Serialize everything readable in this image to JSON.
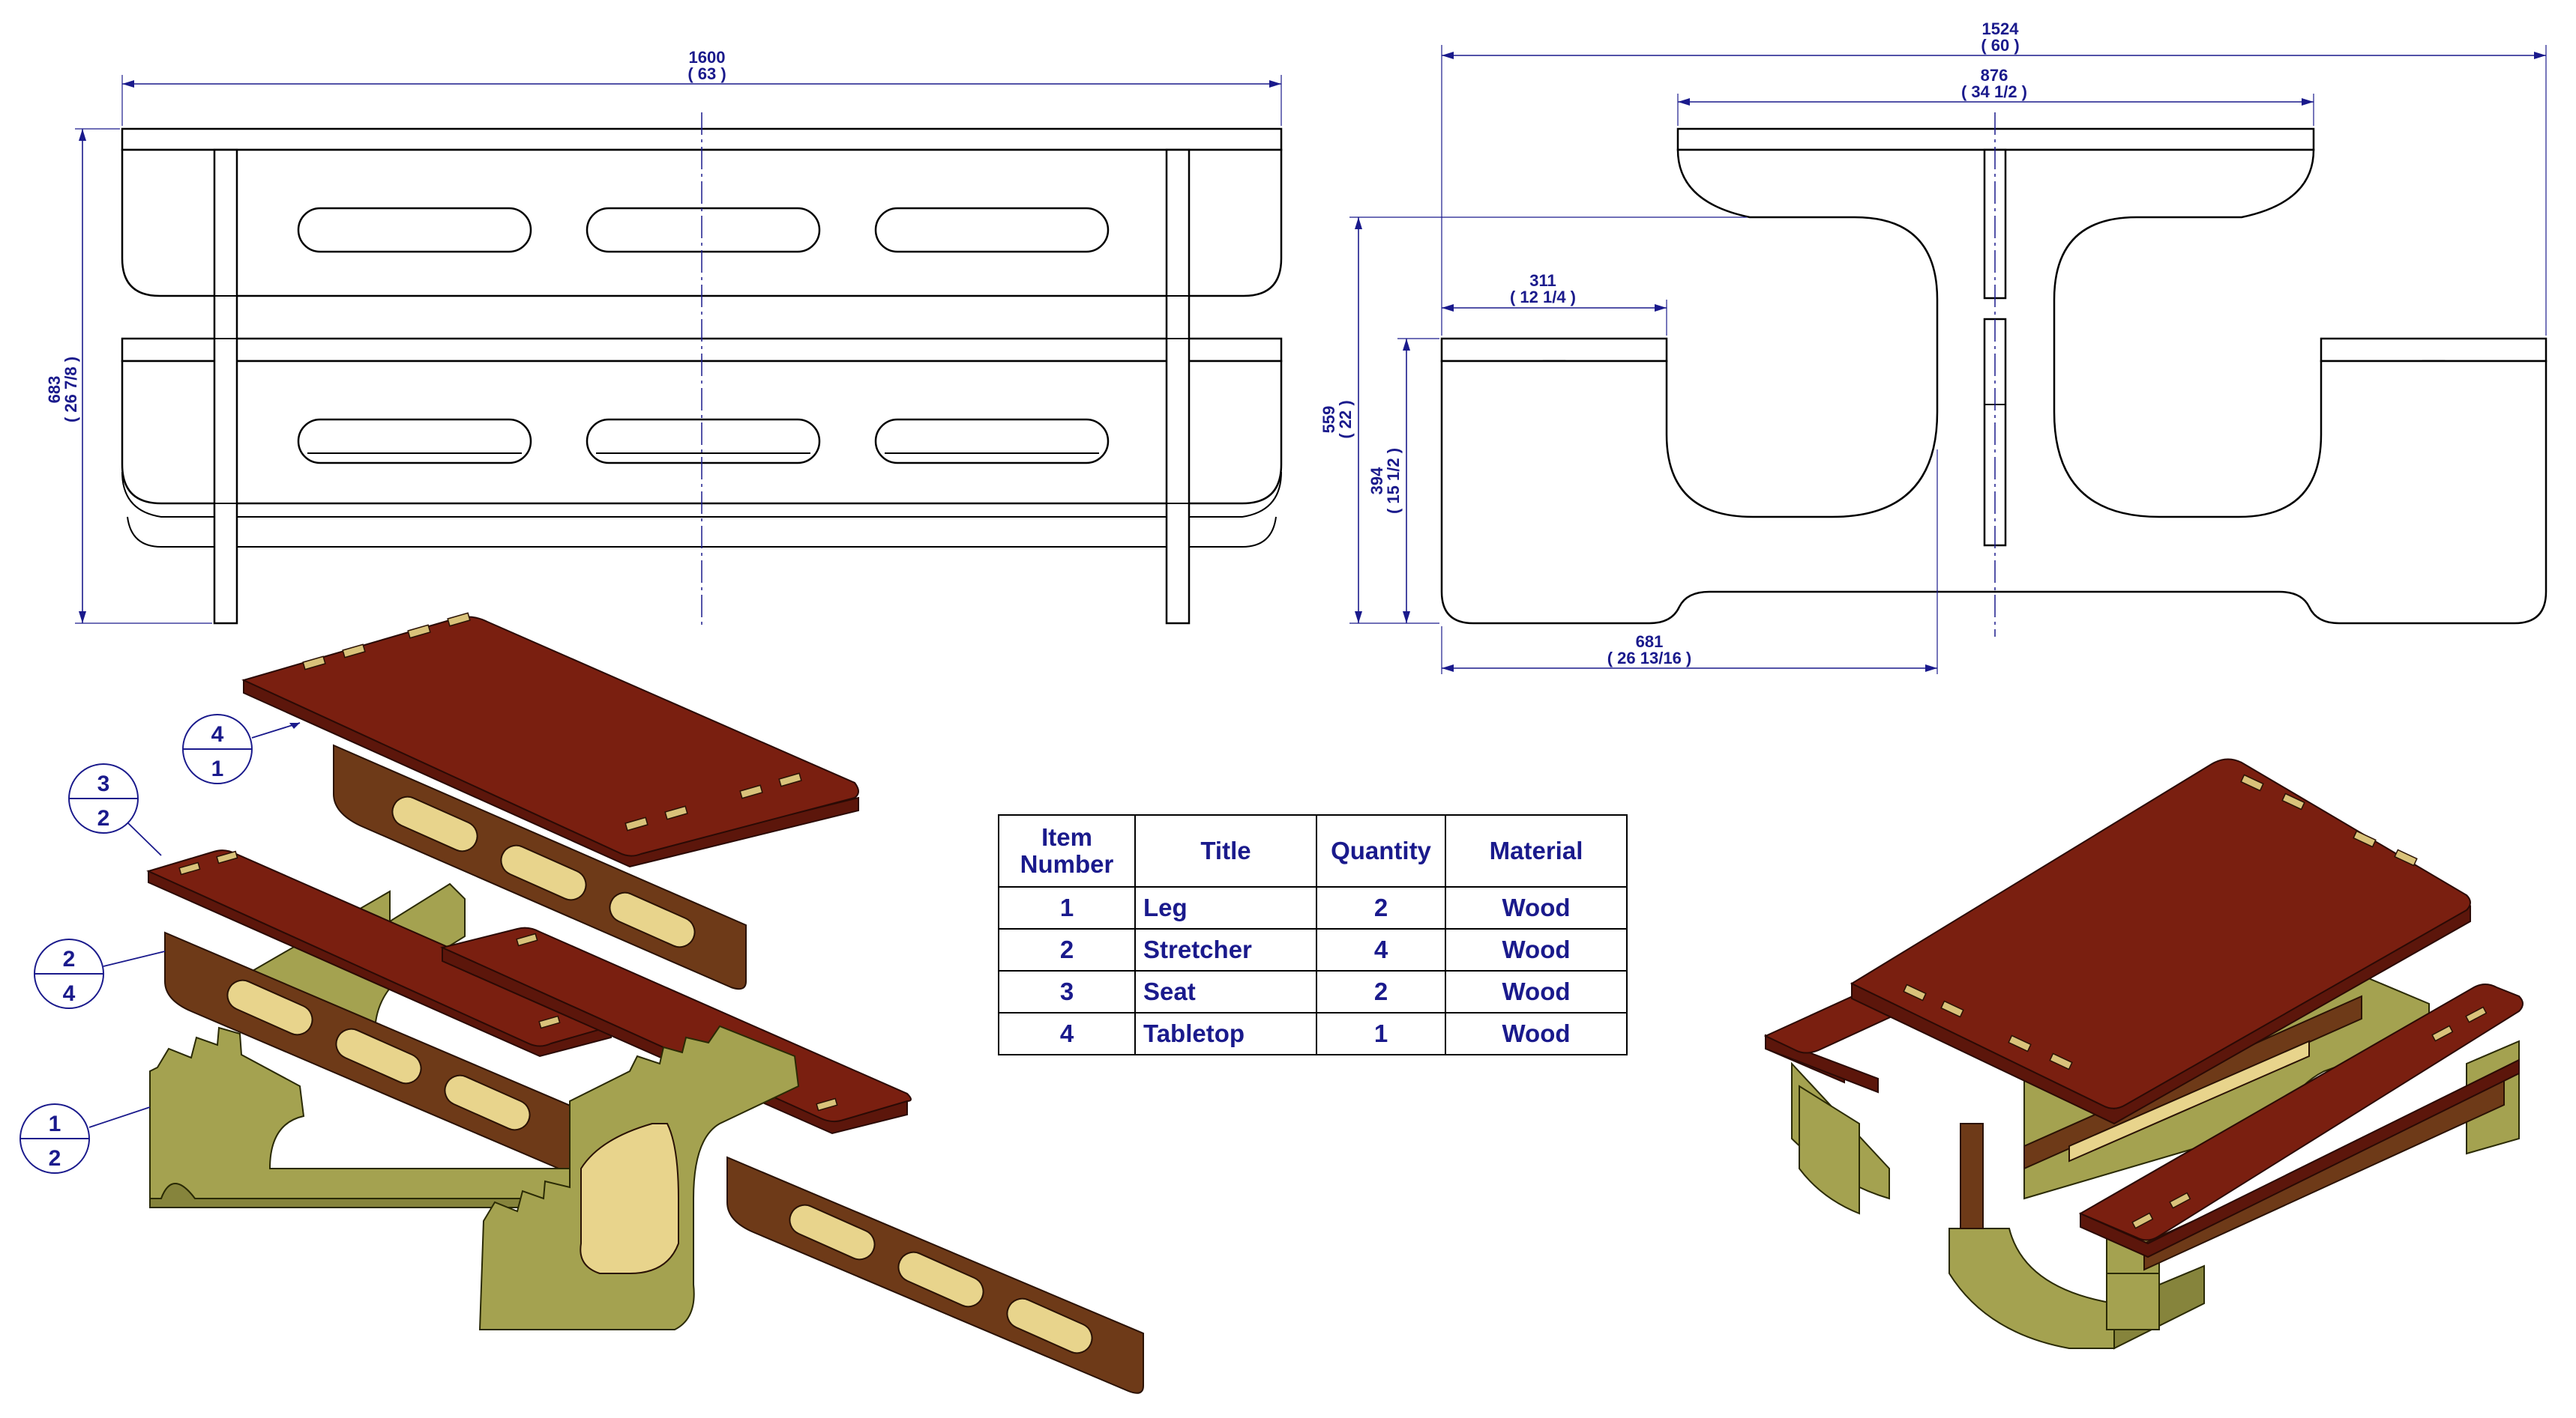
{
  "front_view": {
    "dim_length": {
      "mm": "1600",
      "in": "( 63 )"
    },
    "dim_height": {
      "mm": "683",
      "in": "( 26 7/8 )"
    }
  },
  "side_view": {
    "dim_overall": {
      "mm": "1524",
      "in": "( 60 )"
    },
    "dim_top": {
      "mm": "876",
      "in": "( 34 1/2 )"
    },
    "dim_seat_width": {
      "mm": "311",
      "in": "( 12 1/4 )"
    },
    "dim_total_height": {
      "mm": "559",
      "in": "( 22 )"
    },
    "dim_seat_height": {
      "mm": "394",
      "in": "( 15 1/2 )"
    },
    "dim_half_width": {
      "mm": "681",
      "in": "( 26 13/16 )"
    }
  },
  "balloons": [
    {
      "item": "4",
      "qty": "1"
    },
    {
      "item": "3",
      "qty": "2"
    },
    {
      "item": "2",
      "qty": "4"
    },
    {
      "item": "1",
      "qty": "2"
    }
  ],
  "bom": {
    "headers": {
      "item": "Item Number",
      "title": "Title",
      "quantity": "Quantity",
      "material": "Material"
    },
    "rows": [
      {
        "item": "1",
        "title": "Leg",
        "quantity": "2",
        "material": "Wood"
      },
      {
        "item": "2",
        "title": "Stretcher",
        "quantity": "4",
        "material": "Wood"
      },
      {
        "item": "3",
        "title": "Seat",
        "quantity": "2",
        "material": "Wood"
      },
      {
        "item": "4",
        "title": "Tabletop",
        "quantity": "1",
        "material": "Wood"
      }
    ]
  },
  "colors": {
    "dimension": "#1a1a8c",
    "tabletop": "#7a1f10",
    "stretcher": "#6e3a18",
    "leg": "#a4a250"
  }
}
